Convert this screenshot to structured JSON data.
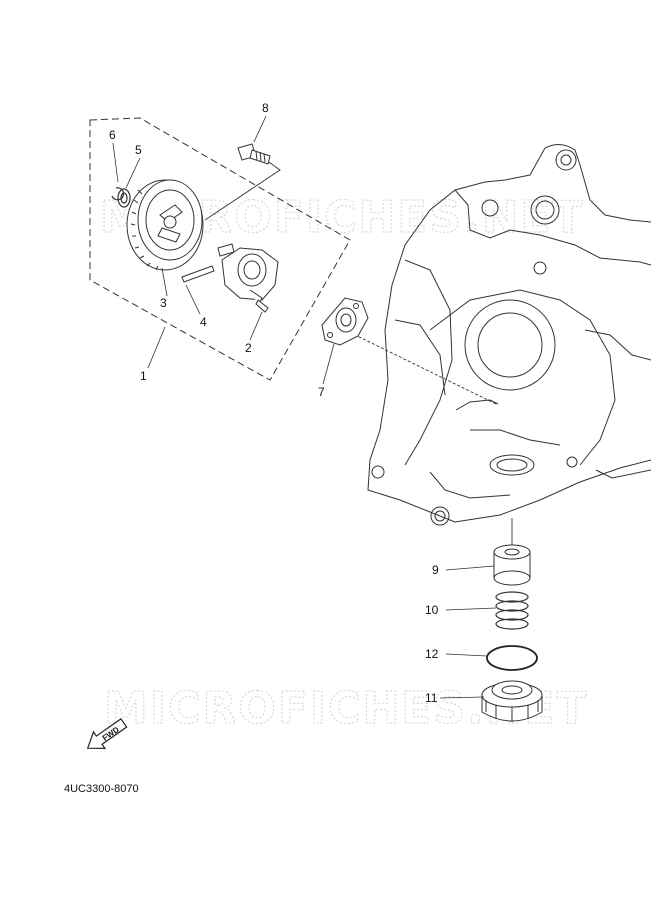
{
  "watermark": "MICROFICHES.NET",
  "direction_label": "FWD",
  "document_code": "4UC3300-8070",
  "callouts": {
    "c1": "1",
    "c2": "2",
    "c3": "3",
    "c4": "4",
    "c5": "5",
    "c6": "6",
    "c7": "7",
    "c8": "8",
    "c9": "9",
    "c10": "10",
    "c11": "11",
    "c12": "12"
  }
}
